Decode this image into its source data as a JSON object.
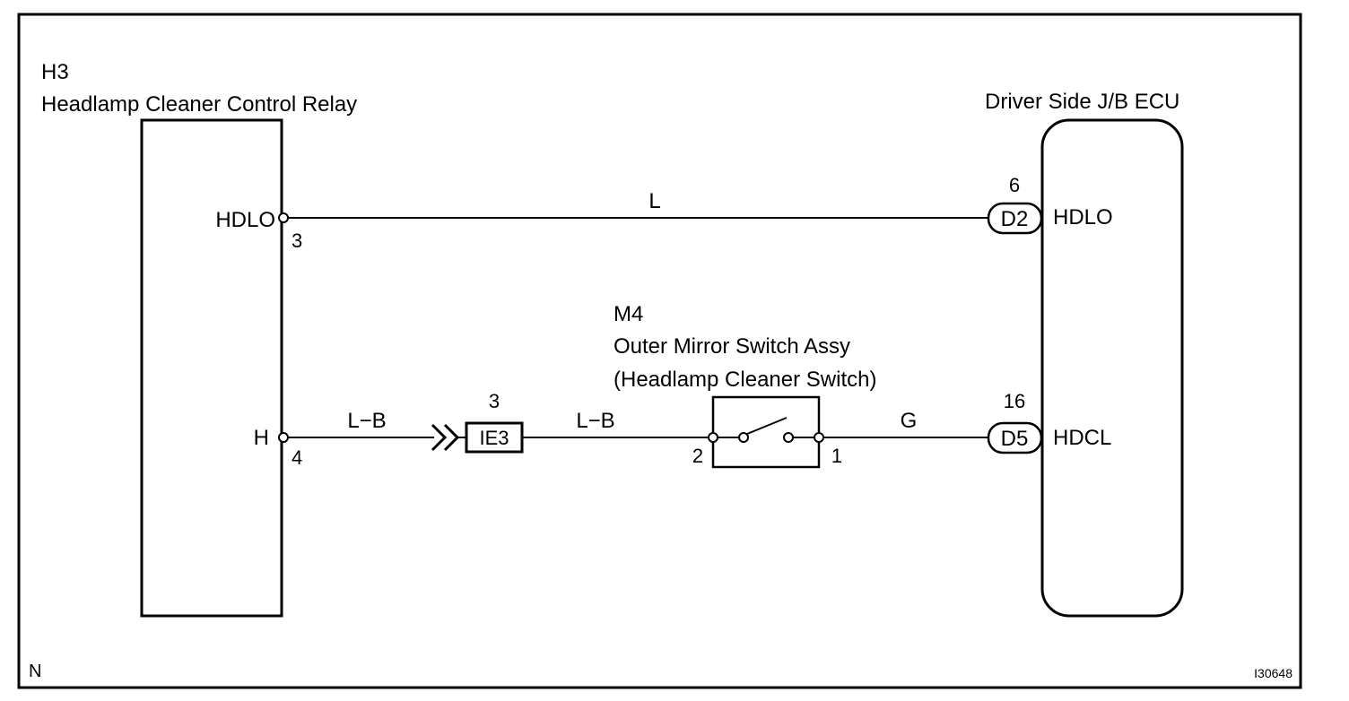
{
  "relay": {
    "code": "H3",
    "name": "Headlamp Cleaner Control Relay",
    "pin_hdlo_label": "HDLO",
    "pin_hdlo_no": "3",
    "pin_h_label": "H",
    "pin_h_no": "4"
  },
  "ecu": {
    "name": "Driver Side J/B ECU",
    "conn_top": "D2",
    "conn_top_pin": "6",
    "pin_top_label": "HDLO",
    "conn_bottom": "D5",
    "conn_bottom_pin": "16",
    "pin_bottom_label": "HDCL"
  },
  "switch": {
    "code": "M4",
    "name": "Outer Mirror Switch Assy",
    "subname": "(Headlamp Cleaner Switch)",
    "pin_left": "2",
    "pin_right": "1"
  },
  "junction": {
    "label": "IE3",
    "pin": "3"
  },
  "wires": {
    "top": "L",
    "bottom_left": "L−B",
    "bottom_mid": "L−B",
    "bottom_right": "G"
  },
  "footer": {
    "corner_letter": "N",
    "figure_id": "I30648"
  }
}
